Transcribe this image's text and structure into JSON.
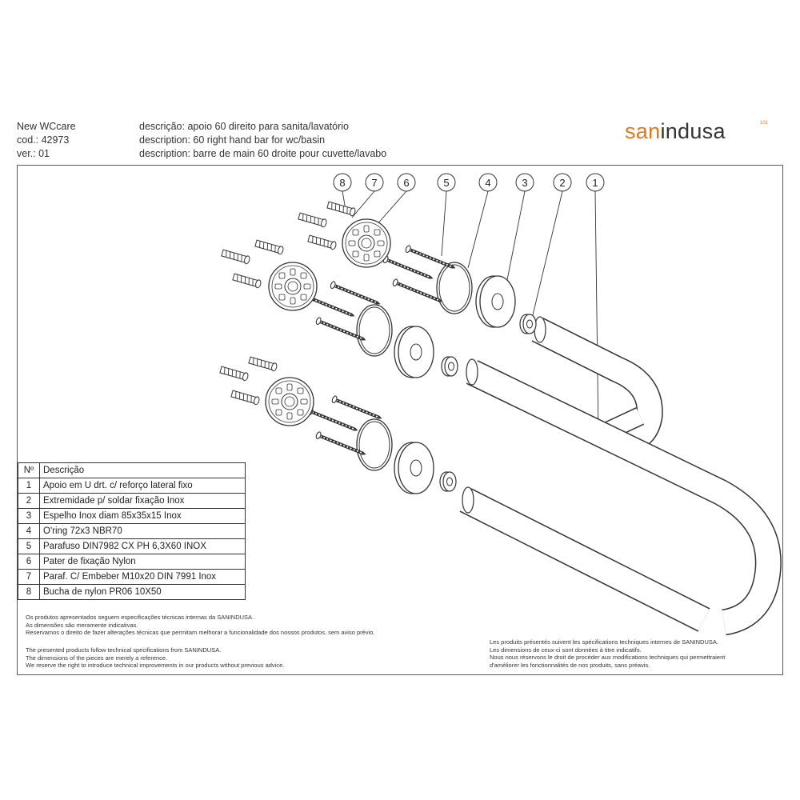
{
  "header": {
    "left": [
      "New WCcare",
      "cod.: 42973",
      "ver.: 01"
    ],
    "descriptions": [
      "descrição: apoio 60 direito para sanita/lavatório",
      "description: 60 right hand bar for wc/basin",
      "description: barre de main 60 droite pour cuvette/lavabo"
    ],
    "logo": {
      "prefix": "san",
      "suffix": "indusa",
      "mark": "101",
      "colors": {
        "text": "#333333",
        "accent": "#e07820"
      }
    }
  },
  "callouts": [
    "8",
    "7",
    "6",
    "5",
    "4",
    "3",
    "2",
    "1"
  ],
  "parts_table": {
    "headers": [
      "Nº",
      "Descrição"
    ],
    "rows": [
      [
        "1",
        "Apoio em U drt. c/ reforço lateral fixo"
      ],
      [
        "2",
        "Extremidade p/ soldar fixação Inox"
      ],
      [
        "3",
        "Espelho Inox diam 85x35x15 Inox"
      ],
      [
        "4",
        "O'ring 72x3  NBR70"
      ],
      [
        "5",
        "Parafuso DIN7982 CX PH 6,3X60 INOX"
      ],
      [
        "6",
        "Pater de fixação Nylon"
      ],
      [
        "7",
        "Paraf. C/ Embeber  M10x20 DIN 7991 Inox"
      ],
      [
        "8",
        "Bucha de nylon PR06 10X50"
      ]
    ]
  },
  "notes": {
    "pt": [
      "Os produtos apresentados seguem especificações técnicas internas da SANINDUSA.",
      "As dimensões são meramente indicativas.",
      "Reservamos o direito de fazer alterações técnicas que permitam melhorar a funcionalidade dos nossos produtos, sem aviso prévio."
    ],
    "en": [
      "The presented products follow technical specifications from SANINDUSA.",
      "The dimensions of the pieces are merely a reference.",
      "We reserve the right to introduce technical improvements in our products without previous advice."
    ],
    "fr": [
      "Les produits présentés suivent les spécifications techniques internes de SANINDUSA.",
      "Les dimensions de ceux-ci sont données à titre indicatifs.",
      "Nous nous réservons le droit de procéder aux modifications techniques qui permettraient",
      "d'améliorer les fonctionnalités de nos produits, sans préavis."
    ]
  }
}
